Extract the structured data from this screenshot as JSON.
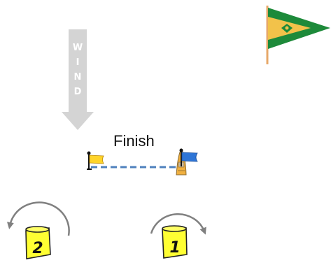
{
  "title": "",
  "wind": {
    "letters": [
      "W",
      "I",
      "N",
      "D"
    ],
    "color": "#d4d4d4"
  },
  "finish": {
    "label": "Finish",
    "line_color": "#4f81bd",
    "pin_flag_color": "#ffd42a",
    "committee_flag_color": "#2e75d6"
  },
  "marks": {
    "mark1": {
      "number": "1",
      "rounding": "clockwise"
    },
    "mark2": {
      "number": "2",
      "rounding": "counterclockwise"
    },
    "color": "#ffff33",
    "arrow_color": "#808080"
  },
  "club_burgee": {
    "colors": [
      "#1d8a3a",
      "#f2c24a"
    ]
  }
}
